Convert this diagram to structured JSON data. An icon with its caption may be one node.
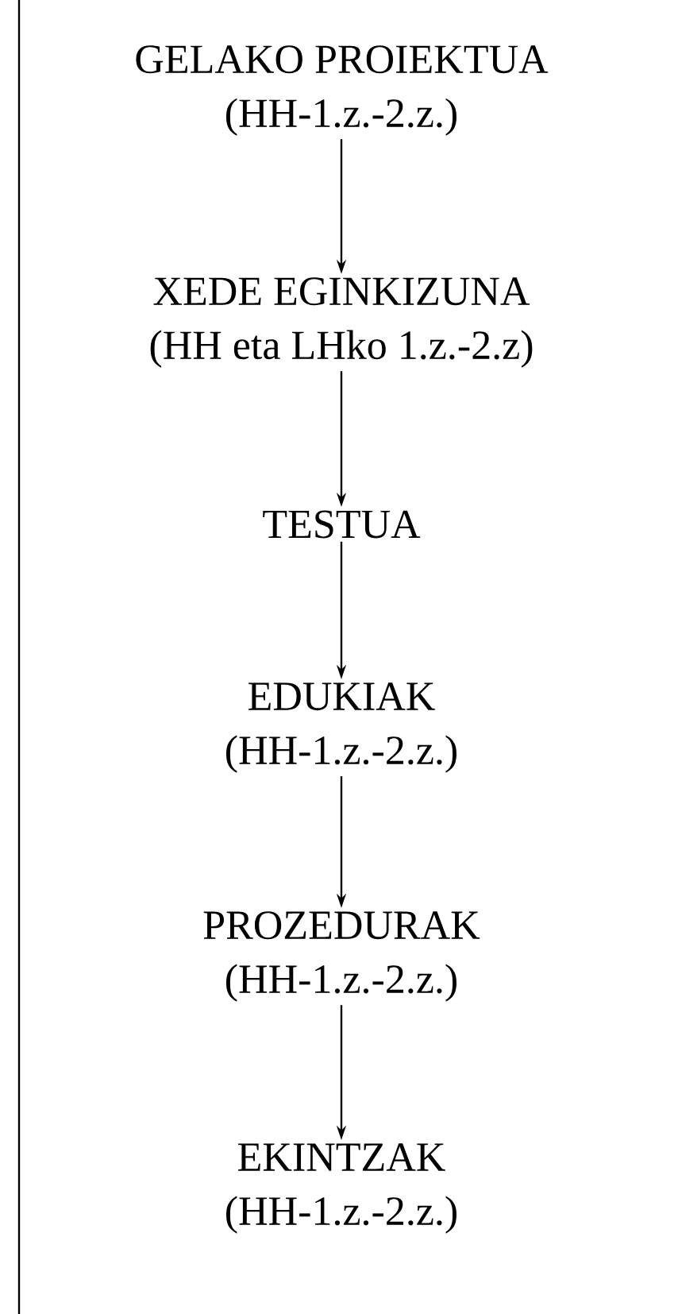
{
  "diagram": {
    "nodes": [
      {
        "text": [
          "GELAKO PROIEKTUA",
          "(HH-1.z.-2.z.)"
        ]
      },
      {
        "text": [
          "XEDE EGINKIZUNA",
          "(HH eta LHko 1.z.-2.z)"
        ]
      },
      {
        "text": [
          "TESTUA"
        ]
      },
      {
        "text": [
          "EDUKIAK",
          "(HH-1.z.-2.z.)"
        ]
      },
      {
        "text": [
          "PROZEDURAK",
          "(HH-1.z.-2.z.)"
        ]
      },
      {
        "text": [
          "EKINTZAK",
          "(HH-1.z.-2.z.)"
        ]
      }
    ],
    "edges": [
      {
        "from": 0,
        "to": 1,
        "arrow": "to"
      },
      {
        "from": 1,
        "to": 2,
        "arrow": "to"
      },
      {
        "from": 2,
        "to": 3,
        "arrow": "to"
      },
      {
        "from": 3,
        "to": 4,
        "arrow": "to"
      },
      {
        "from": 4,
        "to": 5,
        "arrow": "to"
      }
    ]
  }
}
